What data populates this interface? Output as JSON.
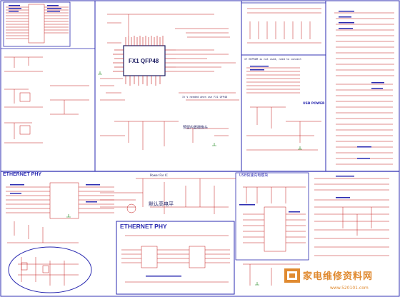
{
  "chip": {
    "label": "FX1 QFP48"
  },
  "sections": {
    "ethernet_left": "ETHERNET PHY",
    "ethernet_box": "ETHERNET PHY",
    "usb_charge": "USB快速充电模块",
    "usb_power": "USB POWER",
    "camera": "预留内置摄像头",
    "power_ic": "Power For IC",
    "default_high": "默认高电平",
    "eeprom_note": "If EEPROM is not used, need to connect",
    "qfp_note": "It's needed when use FX1 QFP48"
  },
  "watermark": {
    "chinese": "家电维修资料网",
    "url": "www.520101.com"
  },
  "colors": {
    "wire": "#c41818",
    "frame": "#2a2ab0",
    "text": "#1a1a80",
    "watermark": "#e08a30"
  }
}
